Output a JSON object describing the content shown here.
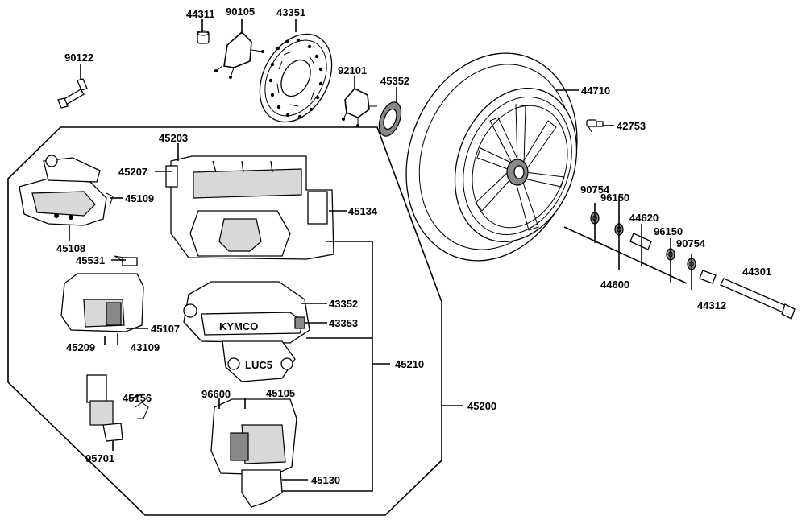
{
  "labels": {
    "p44311": "44311",
    "p90105": "90105",
    "p43351": "43351",
    "p90122": "90122",
    "p92101": "92101",
    "p45352": "45352",
    "p44710": "44710",
    "p42753": "42753",
    "p45203": "45203",
    "p45207": "45207",
    "p45109": "45109",
    "p45134": "45134",
    "p45108": "45108",
    "p45531": "45531",
    "p43352": "43352",
    "p43353": "43353",
    "p45107": "45107",
    "p45209": "45209",
    "p43109": "43109",
    "p45210": "45210",
    "p45200": "45200",
    "p45156": "45156",
    "p96600": "96600",
    "p45105": "45105",
    "p95701": "95701",
    "p45130": "45130",
    "p90754a": "90754",
    "p96150a": "96150",
    "p44620": "44620",
    "p96150b": "96150",
    "p90754b": "90754",
    "p44600": "44600",
    "p44312": "44312",
    "p44301": "44301"
  },
  "caliper_brand": "KYMCO",
  "caliper_code": "LUC5"
}
